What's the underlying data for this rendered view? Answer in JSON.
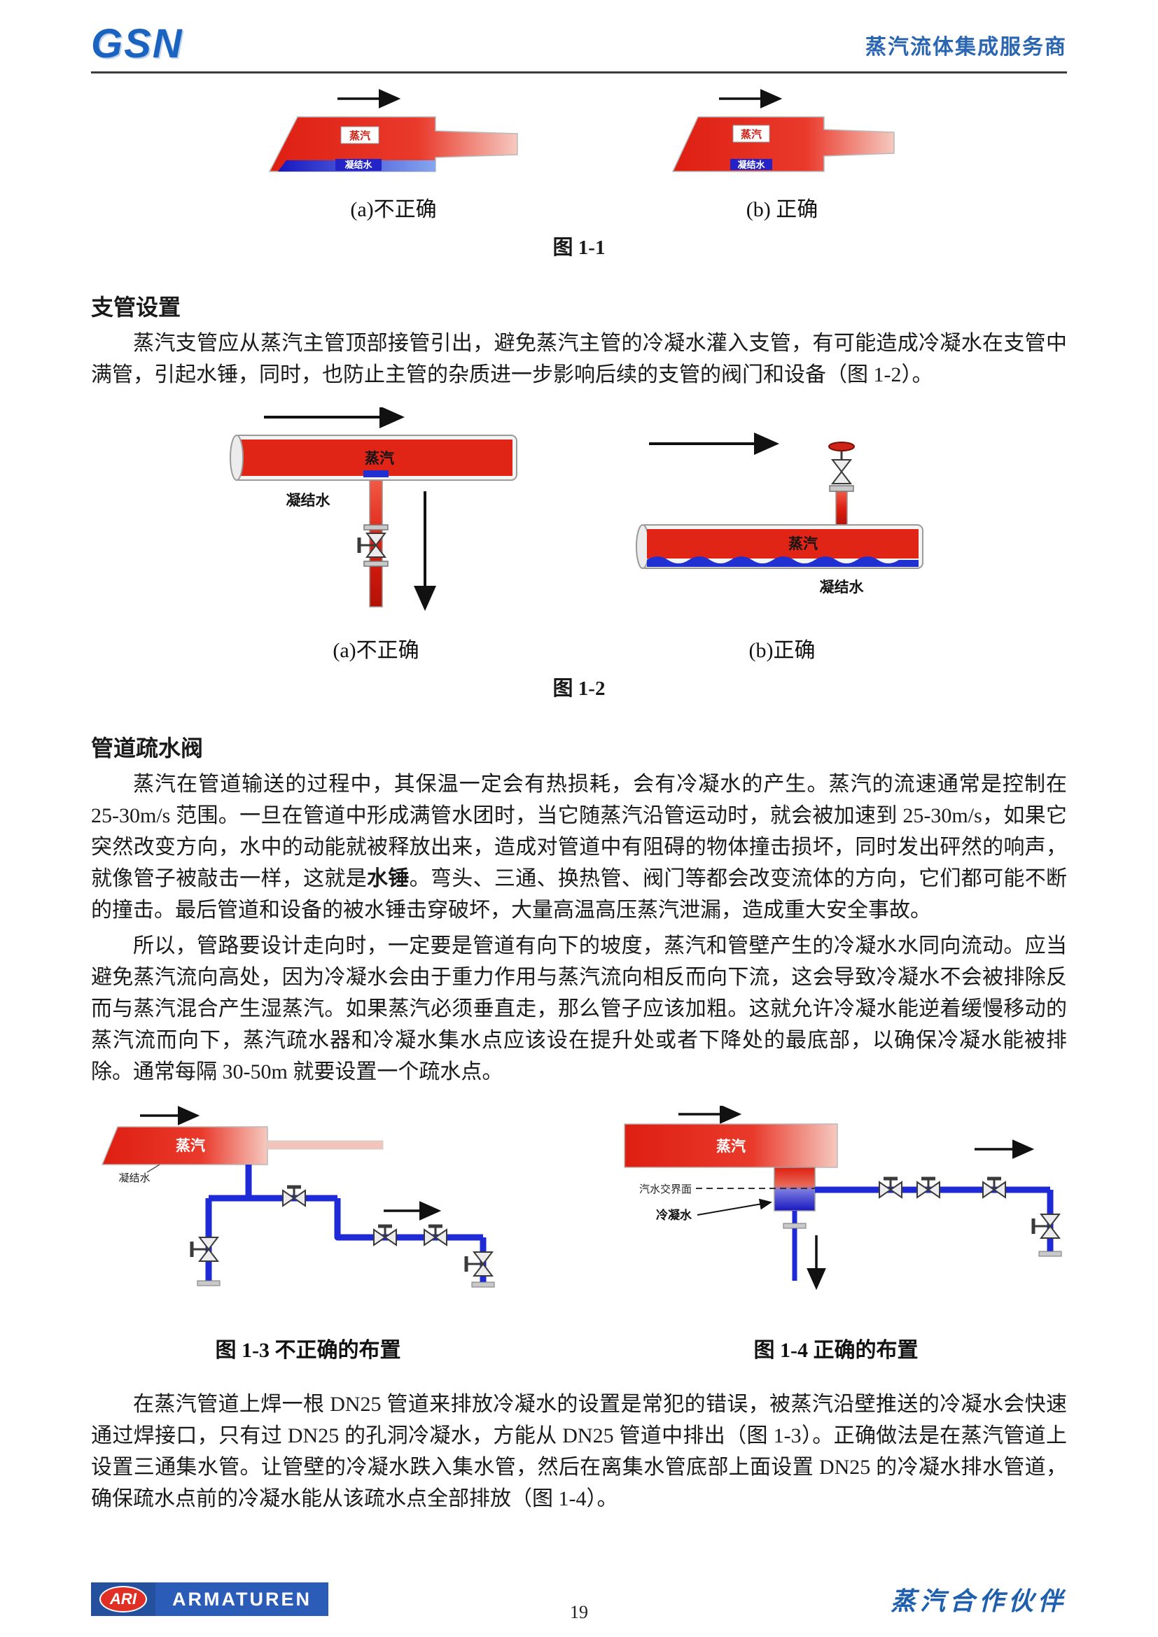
{
  "header": {
    "logo": "GSN",
    "tagline": "蒸汽流体集成服务商"
  },
  "fig1": {
    "label_steam": "蒸汽",
    "label_condensate": "凝结水",
    "caption_a": "(a)不正确",
    "caption_b": "(b) 正确",
    "title": "图 1-1"
  },
  "branch": {
    "heading": "支管设置",
    "paragraph": "蒸汽支管应从蒸汽主管顶部接管引出，避免蒸汽主管的冷凝水灌入支管，有可能造成冷凝水在支管中满管，引起水锤，同时，也防止主管的杂质进一步影响后续的支管的阀门和设备（图 1-2）。"
  },
  "fig2": {
    "label_steam": "蒸汽",
    "label_condensate": "凝结水",
    "caption_a": "(a)不正确",
    "caption_b": "(b)正确",
    "title": "图 1-2"
  },
  "trap": {
    "heading": "管道疏水阀",
    "para1_before": "蒸汽在管道输送的过程中，其保温一定会有热损耗，会有冷凝水的产生。蒸汽的流速通常是控制在 25-30m/s 范围。一旦在管道中形成满管水团时，当它随蒸汽沿管运动时，就会被加速到 25-30m/s，如果它突然改变方向，水中的动能就被释放出来，造成对管道中有阻碍的物体撞击损坏，同时发出砰然的响声，就像管子被敲击一样，这就是",
    "para1_bold": "水锤",
    "para1_after": "。弯头、三通、换热管、阀门等都会改变流体的方向，它们都可能不断的撞击。最后管道和设备的被水锤击穿破坏，大量高温高压蒸汽泄漏，造成重大安全事故。",
    "para2": "所以，管路要设计走向时，一定要是管道有向下的坡度，蒸汽和管壁产生的冷凝水水同向流动。应当避免蒸汽流向高处，因为冷凝水会由于重力作用与蒸汽流向相反而向下流，这会导致冷凝水不会被排除反而与蒸汽混合产生湿蒸汽。如果蒸汽必须垂直走，那么管子应该加粗。这就允许冷凝水能逆着缓慢移动的蒸汽流而向下，蒸汽疏水器和冷凝水集水点应该设在提升处或者下降处的最底部，以确保冷凝水能被排除。通常每隔 30-50m 就要设置一个疏水点。"
  },
  "fig3": {
    "label_steam": "蒸汽",
    "label_condensate": "凝结水",
    "caption": "图 1-3 不正确的布置"
  },
  "fig4": {
    "label_steam": "蒸汽",
    "label_interface": "汽水交界面",
    "label_condensate": "冷凝水",
    "caption": "图 1-4 正确的布置"
  },
  "dn25": {
    "paragraph": "在蒸汽管道上焊一根 DN25 管道来排放冷凝水的设置是常犯的错误，被蒸汽沿壁推送的冷凝水会快速通过焊接口，只有过 DN25 的孔洞冷凝水，方能从 DN25 管道中排出（图 1-3）。正确做法是在蒸汽管道上设置三通集水管。让管壁的冷凝水跌入集水管，然后在离集水管底部上面设置 DN25 的冷凝水排水管道，确保疏水点前的冷凝水能从该疏水点全部排放（图 1-4）。"
  },
  "footer": {
    "ari": "ARI",
    "armaturen": "ARMATUREN",
    "page_number": "19",
    "tagline": "蒸汽合作伙伴"
  },
  "colors": {
    "accent_blue": "#1f5fae",
    "steam_red": "#de1f12",
    "condensate_blue": "#1e2ad6"
  }
}
